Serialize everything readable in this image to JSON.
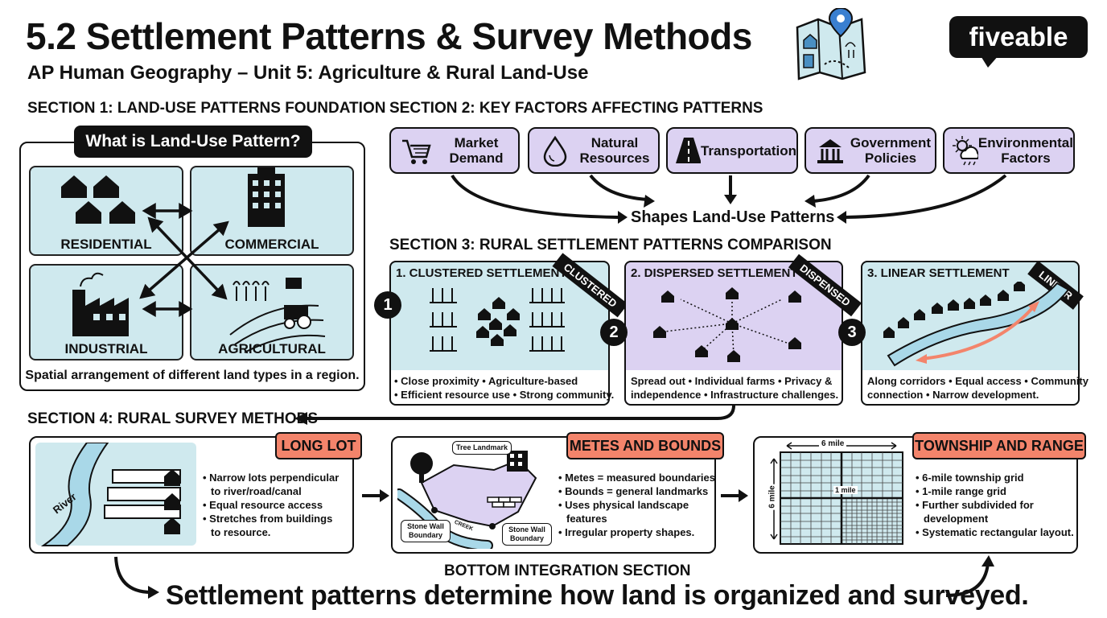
{
  "header": {
    "title": "5.2 Settlement Patterns & Survey Methods",
    "subtitle": "AP Human Geography – Unit 5: Agriculture & Rural Land-Use",
    "brand": "fiveable"
  },
  "section1": {
    "heading": "SECTION 1: LAND-USE PATTERNS FOUNDATION",
    "question": "What is Land-Use Pattern?",
    "panels": [
      "RESIDENTIAL",
      "COMMERCIAL",
      "INDUSTRIAL",
      "AGRICULTURAL"
    ],
    "caption": "Spatial arrangement of different land types in a region."
  },
  "section2": {
    "heading": "SECTION 2: KEY FACTORS AFFECTING PATTERNS",
    "factors": [
      {
        "line1": "Market",
        "line2": "Demand",
        "icon": "shopping-cart-icon"
      },
      {
        "line1": "Natural",
        "line2": "Resources",
        "icon": "water-drop-icon"
      },
      {
        "line1": "Transportation",
        "line2": "",
        "icon": "road-icon"
      },
      {
        "line1": "Government",
        "line2": "Policies",
        "icon": "government-building-icon"
      },
      {
        "line1": "Environmental",
        "line2": "Factors",
        "icon": "weather-icon"
      }
    ],
    "result": "Shapes Land-Use Patterns"
  },
  "section3": {
    "heading": "SECTION 3: RURAL SETTLEMENT PATTERNS COMPARISON",
    "settlements": [
      {
        "number": "1",
        "title": "1. CLUSTERED SETTLEMENT",
        "ribbon": "CLUSTERED",
        "line1": "• Close proximity • Agriculture-based",
        "line2": "• Efficient resource use • Strong community."
      },
      {
        "number": "2",
        "title": "2. DISPERSED SETTLEMENT",
        "ribbon": "DISPENSED",
        "line1": "Spread out • Individual farms • Privacy &",
        "line2": "independence • Infrastructure challenges."
      },
      {
        "number": "3",
        "title": "3. LINEAR SETTLEMENT",
        "ribbon": "LINEAR",
        "line1": "Along corridors • Equal access • Community",
        "line2": "connection • Narrow development."
      }
    ]
  },
  "section4": {
    "heading": "SECTION 4: RURAL SURVEY METHODS",
    "methods": [
      {
        "title": "LONG LOT",
        "bullets": [
          "• Narrow lots perpendicular",
          "  to river/road/canal",
          "• Equal resource access",
          "• Stretches from buildings",
          "  to resource."
        ]
      },
      {
        "title": "METES AND BOUNDS",
        "bullets": [
          "• Metes = measured boundaries",
          "• Bounds = general landmarks",
          "• Uses physical landscape",
          "  features",
          "• Irregular property shapes."
        ]
      },
      {
        "title": "TOWNSHIP AND RANGE",
        "bullets": [
          "• 6-mile township grid",
          "• 1-mile range grid",
          "• Further subdivided for",
          "  development",
          "• Systematic rectangular layout."
        ]
      }
    ],
    "river_label": "River",
    "tree_label": "Tree Landmark",
    "stone_wall_label": "Stone Wall Boundary",
    "stream_label": "CREEK",
    "grid_top": "6 mile",
    "grid_side": "6 mile",
    "grid_center": "1 mile"
  },
  "footer": {
    "caption": "BOTTOM INTEGRATION SECTION",
    "statement": "Settlement patterns determine how land is organized and surveyed."
  },
  "colors": {
    "panel_blue": "#cfe9ee",
    "factor_lavender": "#dcd2f2",
    "method_orange": "#f3846b",
    "dispersed_lavender": "#dcd2f2",
    "river_blue": "#a9d8e8"
  }
}
